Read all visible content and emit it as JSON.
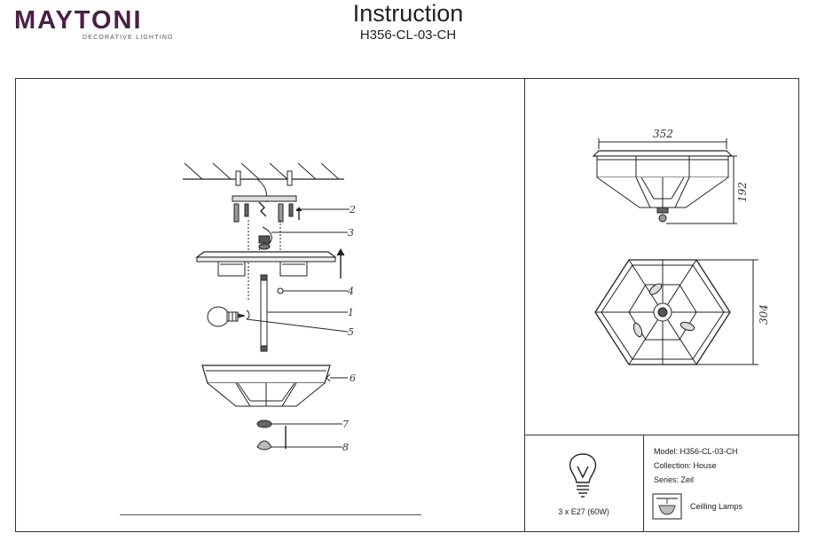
{
  "brand": {
    "name": "MAYTONI",
    "tagline": "DECORATIVE LIGHTING",
    "color": "#4a1f46"
  },
  "header": {
    "title": "Instruction",
    "model_code": "H356-CL-03-CH"
  },
  "assembly": {
    "callouts": [
      "2",
      "3",
      "4",
      "1",
      "5",
      "6",
      "7",
      "8"
    ]
  },
  "dimensions": {
    "width": "352",
    "height": "192",
    "depth": "304"
  },
  "specs": {
    "bulb": "3 x E27 (60W)",
    "model": "Model: H356-CL-03-CH",
    "collection": "Collection: House",
    "series": "Series: Zeil",
    "category": "Ceilling Lamps"
  },
  "icons": [
    "bulb-icon",
    "ceiling-lamp-icon"
  ]
}
